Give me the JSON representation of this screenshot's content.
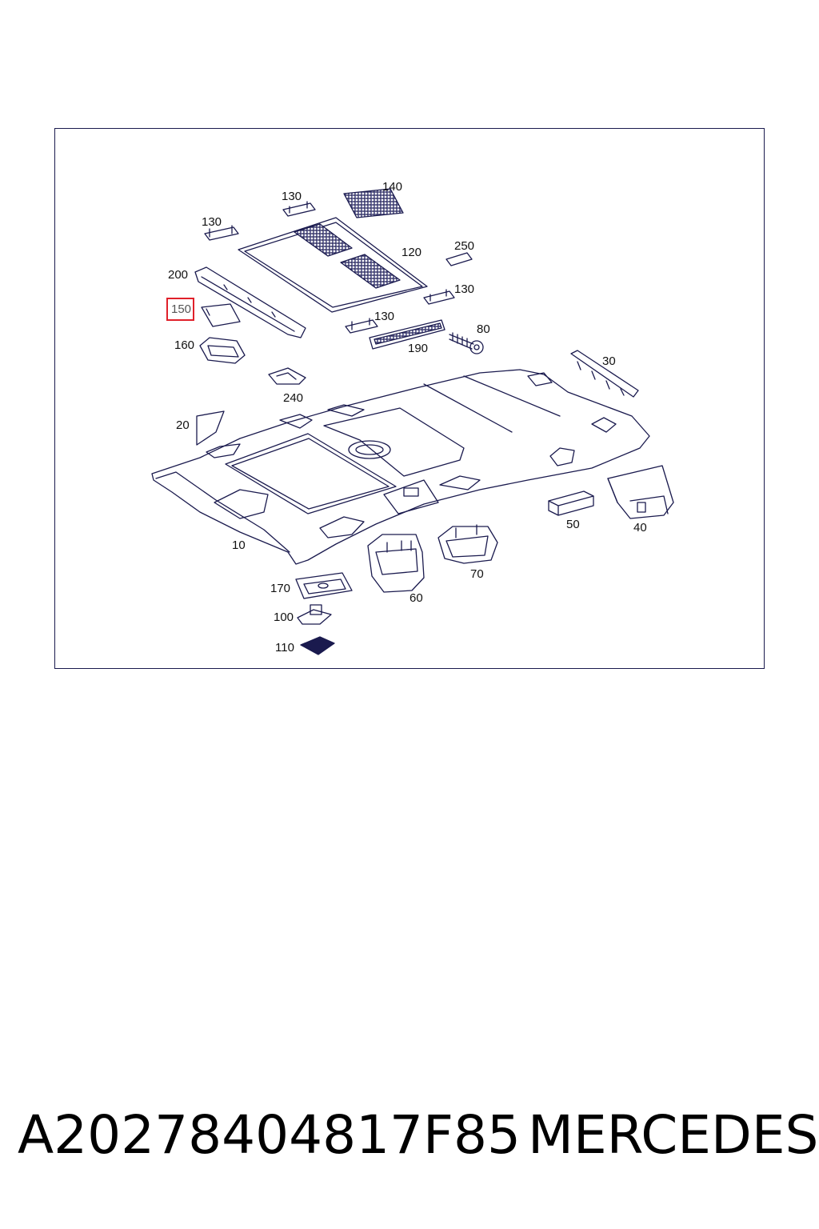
{
  "diagram": {
    "callouts": {
      "c10": "10",
      "c20": "20",
      "c30": "30",
      "c40": "40",
      "c50": "50",
      "c60": "60",
      "c70": "70",
      "c80": "80",
      "c100": "100",
      "c110": "110",
      "c120": "120",
      "c130a": "130",
      "c130b": "130",
      "c130c": "130",
      "c130d": "130",
      "c140": "140",
      "c150": "150",
      "c160": "160",
      "c170": "170",
      "c190": "190",
      "c200": "200",
      "c240": "240",
      "c250": "250"
    },
    "highlighted_callout": "150",
    "colors": {
      "line": "#1a1a4e",
      "highlight": "#e0202a",
      "grille": "#6a6aa8"
    }
  },
  "footer": {
    "part_number": "A20278404817F85",
    "brand": "MERCEDES"
  }
}
